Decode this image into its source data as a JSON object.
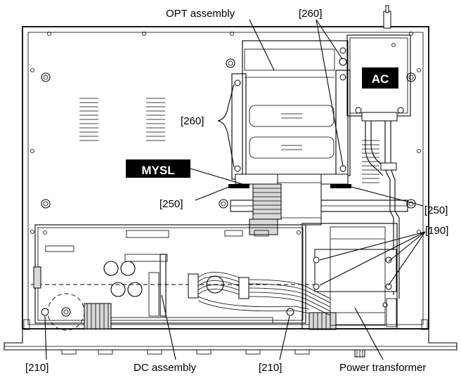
{
  "labels": {
    "opt_assembly": "OPT assembly",
    "ref_260_top": "[260]",
    "ref_260_left": "[260]",
    "ref_250_left": "[250]",
    "ref_250_right": "[250]",
    "ref_190": "[190]",
    "ref_210_left": "[210]",
    "ref_210_right": "[210]",
    "dc_assembly": "DC assembly",
    "power_transformer": "Power transformer"
  },
  "tags": {
    "ac": "AC",
    "mysl": "MYSL"
  }
}
